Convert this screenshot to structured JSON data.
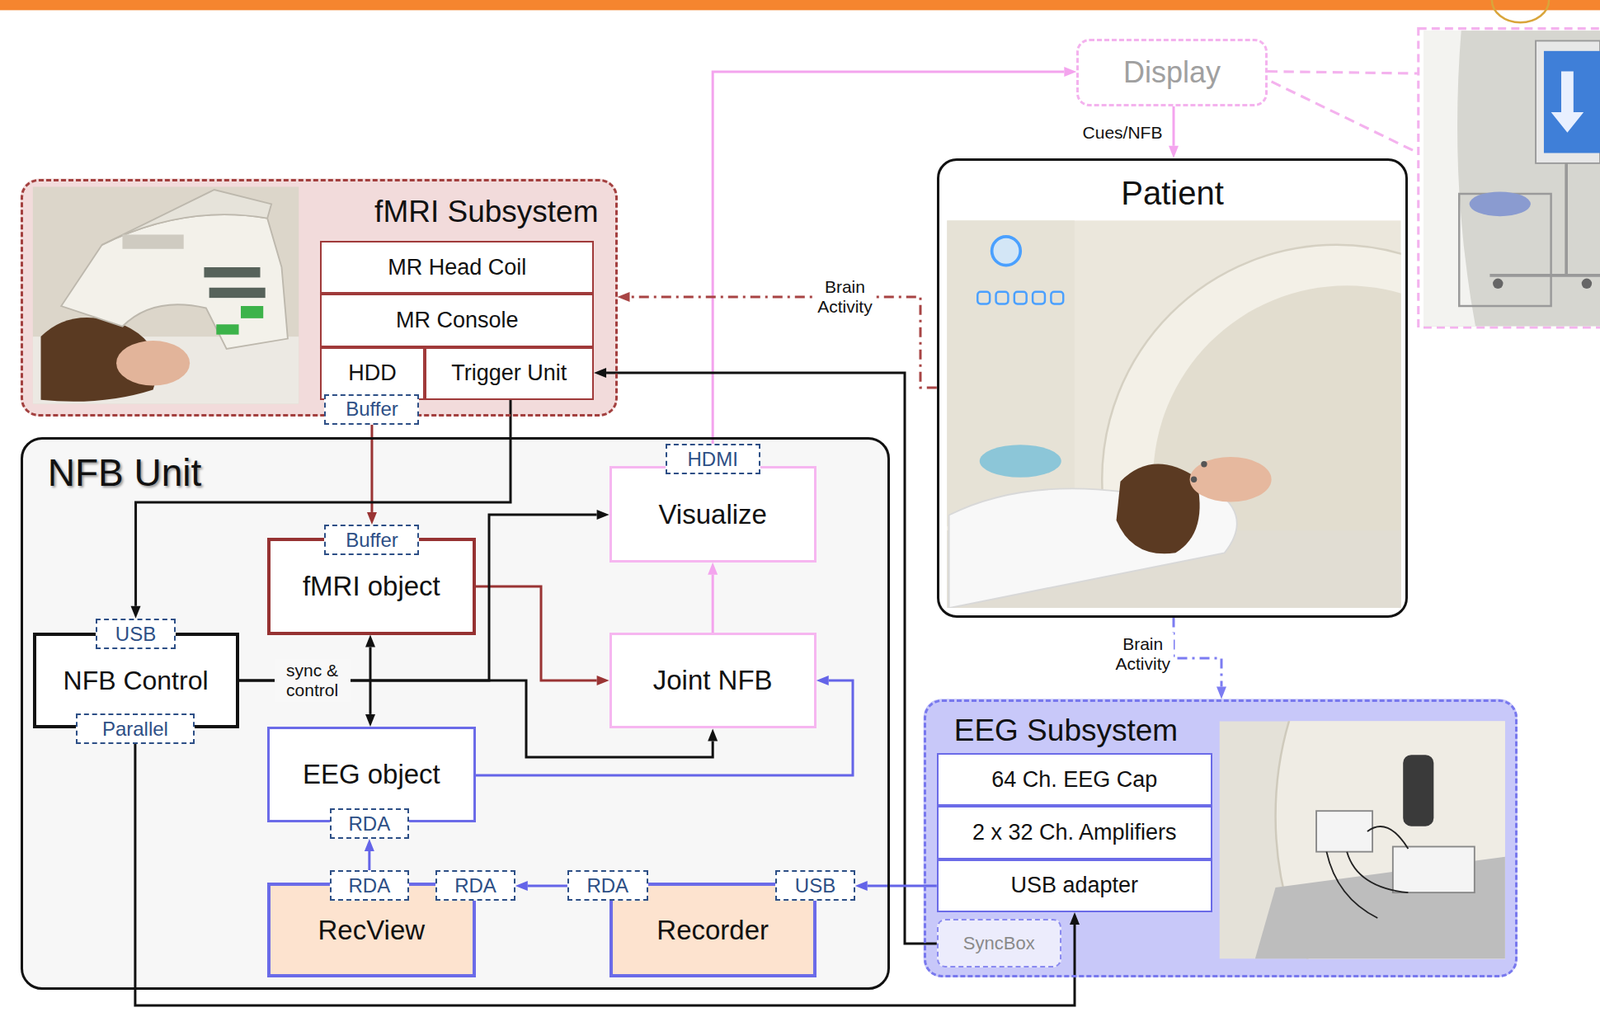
{
  "diagram": {
    "nodes": [
      {
        "text": [
          "Display"
        ]
      },
      {
        "text": [
          "fMRI Subsystem"
        ]
      },
      {
        "text": [
          "MR Head Coil"
        ],
        "in": 1
      },
      {
        "text": [
          "MR Console"
        ],
        "in": 1
      },
      {
        "text": [
          "HDD"
        ],
        "in": 1
      },
      {
        "text": [
          "Trigger Unit"
        ],
        "in": 1
      },
      {
        "text": [
          "Buffer"
        ],
        "in": 1
      },
      {
        "text": [
          "Patient"
        ]
      },
      {
        "text": [
          "NFB Unit"
        ]
      },
      {
        "text": [
          "Visualize"
        ],
        "in": 8
      },
      {
        "text": [
          "HDMI"
        ],
        "in": 9
      },
      {
        "text": [
          "fMRI object"
        ],
        "in": 8
      },
      {
        "text": [
          "Buffer"
        ],
        "in": 11
      },
      {
        "text": [
          "NFB Control"
        ],
        "in": 8
      },
      {
        "text": [
          "USB"
        ],
        "in": 13
      },
      {
        "text": [
          "Parallel"
        ],
        "in": 13
      },
      {
        "text": [
          "Joint NFB"
        ],
        "in": 8
      },
      {
        "text": [
          "EEG object"
        ],
        "in": 8
      },
      {
        "text": [
          "RDA"
        ],
        "in": 17
      },
      {
        "text": [
          "RecView"
        ],
        "in": 8
      },
      {
        "text": [
          "RDA"
        ],
        "in": 19
      },
      {
        "text": [
          "RDA"
        ],
        "in": 19
      },
      {
        "text": [
          "Recorder"
        ],
        "in": 8
      },
      {
        "text": [
          "RDA"
        ],
        "in": 22
      },
      {
        "text": [
          "USB"
        ],
        "in": 22
      },
      {
        "text": [
          "EEG Subsystem"
        ]
      },
      {
        "text": [
          "64 Ch. EEG Cap"
        ],
        "in": 25
      },
      {
        "text": [
          "2 x 32 Ch. Amplifiers"
        ],
        "in": 25
      },
      {
        "text": [
          "USB adapter"
        ],
        "in": 25
      },
      {
        "text": [
          "SyncBox"
        ],
        "in": 25
      }
    ],
    "edges": [
      {
        "from": 0,
        "to": 7,
        "label": "Cues/NFB",
        "arrow": "to"
      },
      {
        "from": 10,
        "to": 0,
        "arrow": "to"
      },
      {
        "from": 7,
        "to": 1,
        "label": "Brain Activity",
        "arrow": "to"
      },
      {
        "from": 7,
        "to": 25,
        "label": "Brain Activity",
        "arrow": "to"
      },
      {
        "from": 6,
        "to": 12,
        "arrow": "to"
      },
      {
        "from": 5,
        "to": 14,
        "arrow": "to"
      },
      {
        "from": 11,
        "to": 16,
        "arrow": "to"
      },
      {
        "from": 17,
        "to": 16,
        "arrow": "to"
      },
      {
        "from": 11,
        "to": 17,
        "arrow": "both"
      },
      {
        "from": 16,
        "to": 9,
        "arrow": "to"
      },
      {
        "from": 13,
        "to": 9,
        "label": "sync & control",
        "arrow": "to"
      },
      {
        "from": 13,
        "to": 16,
        "arrow": "to"
      },
      {
        "from": 29,
        "to": 5,
        "arrow": "to"
      },
      {
        "from": 15,
        "to": 28,
        "arrow": "to"
      },
      {
        "from": 28,
        "to": 24,
        "arrow": "to"
      },
      {
        "from": 23,
        "to": 21,
        "arrow": "to"
      },
      {
        "from": 20,
        "to": 18,
        "arrow": "to"
      }
    ]
  }
}
